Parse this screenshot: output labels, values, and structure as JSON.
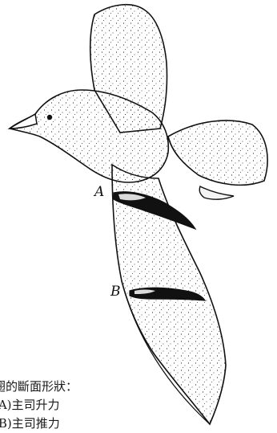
{
  "figure": {
    "labels": {
      "a": "A",
      "b": "B"
    },
    "caption": [
      "翅的斷面形狀：",
      "(A)主司升力",
      "(B)主司推力"
    ],
    "colors": {
      "ink": "#111111",
      "paper": "#ffffff"
    }
  }
}
